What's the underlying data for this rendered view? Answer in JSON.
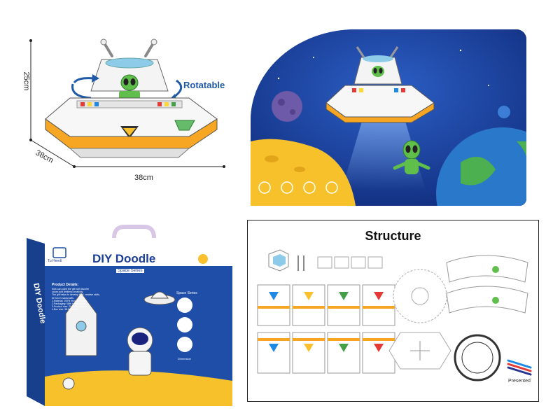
{
  "dimensions_panel": {
    "height_label": "25cm",
    "depth_label": "38cm",
    "width_label": "38cm",
    "rotatable_label": "Rotatable"
  },
  "box_panel": {
    "title": "DIY Doodle",
    "subtitle": "Space Series",
    "side_title": "DIY Doodle",
    "brand": "Tu Heedi",
    "details_heading": "Product Details:",
    "details_lines": [
      "Kids can paint the gift with favorite",
      "colors and limitless creativity.",
      "The gift helps to develop kids' creative skills,",
      "be fun in handcrafts.",
      "1.Material: 100% recycled paper",
      "2.Packaging: With handled box",
      "3.Product size: 25.5x38.5x38cm",
      "4.Box size: 38.5x31x6cm"
    ],
    "series_badge": "Space Series",
    "corner_caption": "Dimension"
  },
  "structure_panel": {
    "title": "Structure",
    "presented_label": "Presented"
  },
  "colors": {
    "navy": "#16399a",
    "box_blue": "#1e4ea8",
    "moon_yellow": "#f7c12c",
    "alien_green": "#5fbf4a",
    "planet_purple": "#6d5aa8",
    "earth_blue": "#2a78c9"
  }
}
